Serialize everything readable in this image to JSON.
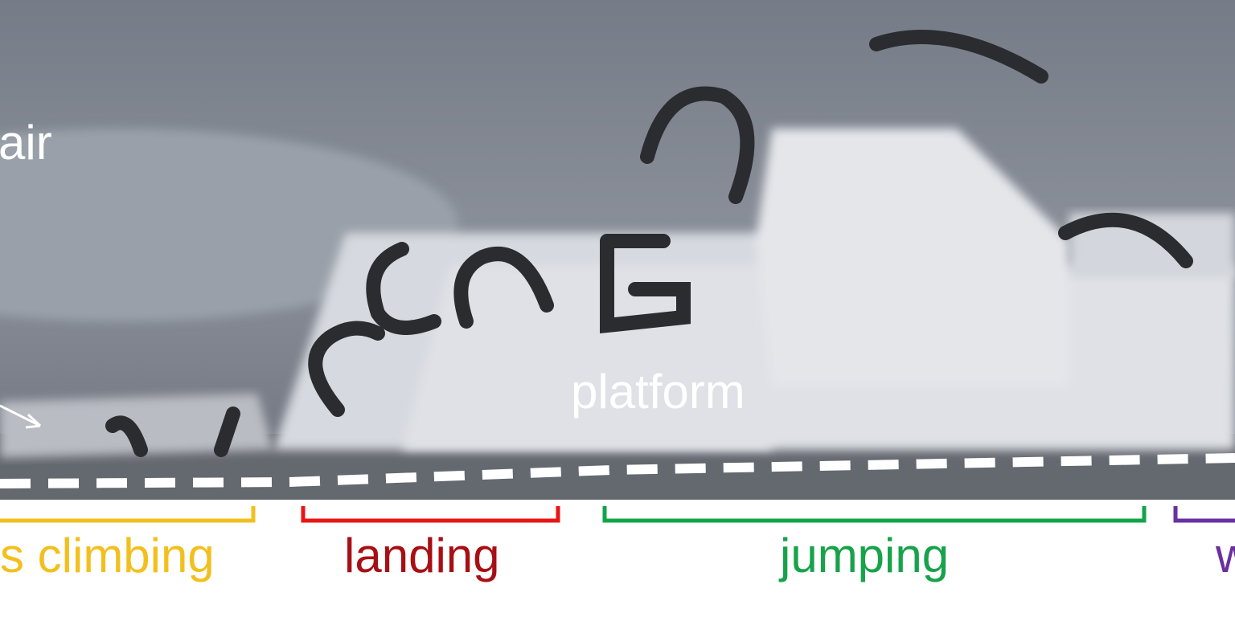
{
  "photo_labels": {
    "air": "air",
    "platform": "platform"
  },
  "phases": [
    {
      "label": "s climbing",
      "color": "#f2c01e"
    },
    {
      "label": "landing",
      "color": "#a80f14"
    },
    {
      "label": "jumping",
      "color": "#18a24a"
    },
    {
      "label": "w",
      "color": "#6a2fa0"
    }
  ],
  "bracket_colors": [
    "#f2c01e",
    "#e81515",
    "#12a548",
    "#6a2fa0"
  ]
}
